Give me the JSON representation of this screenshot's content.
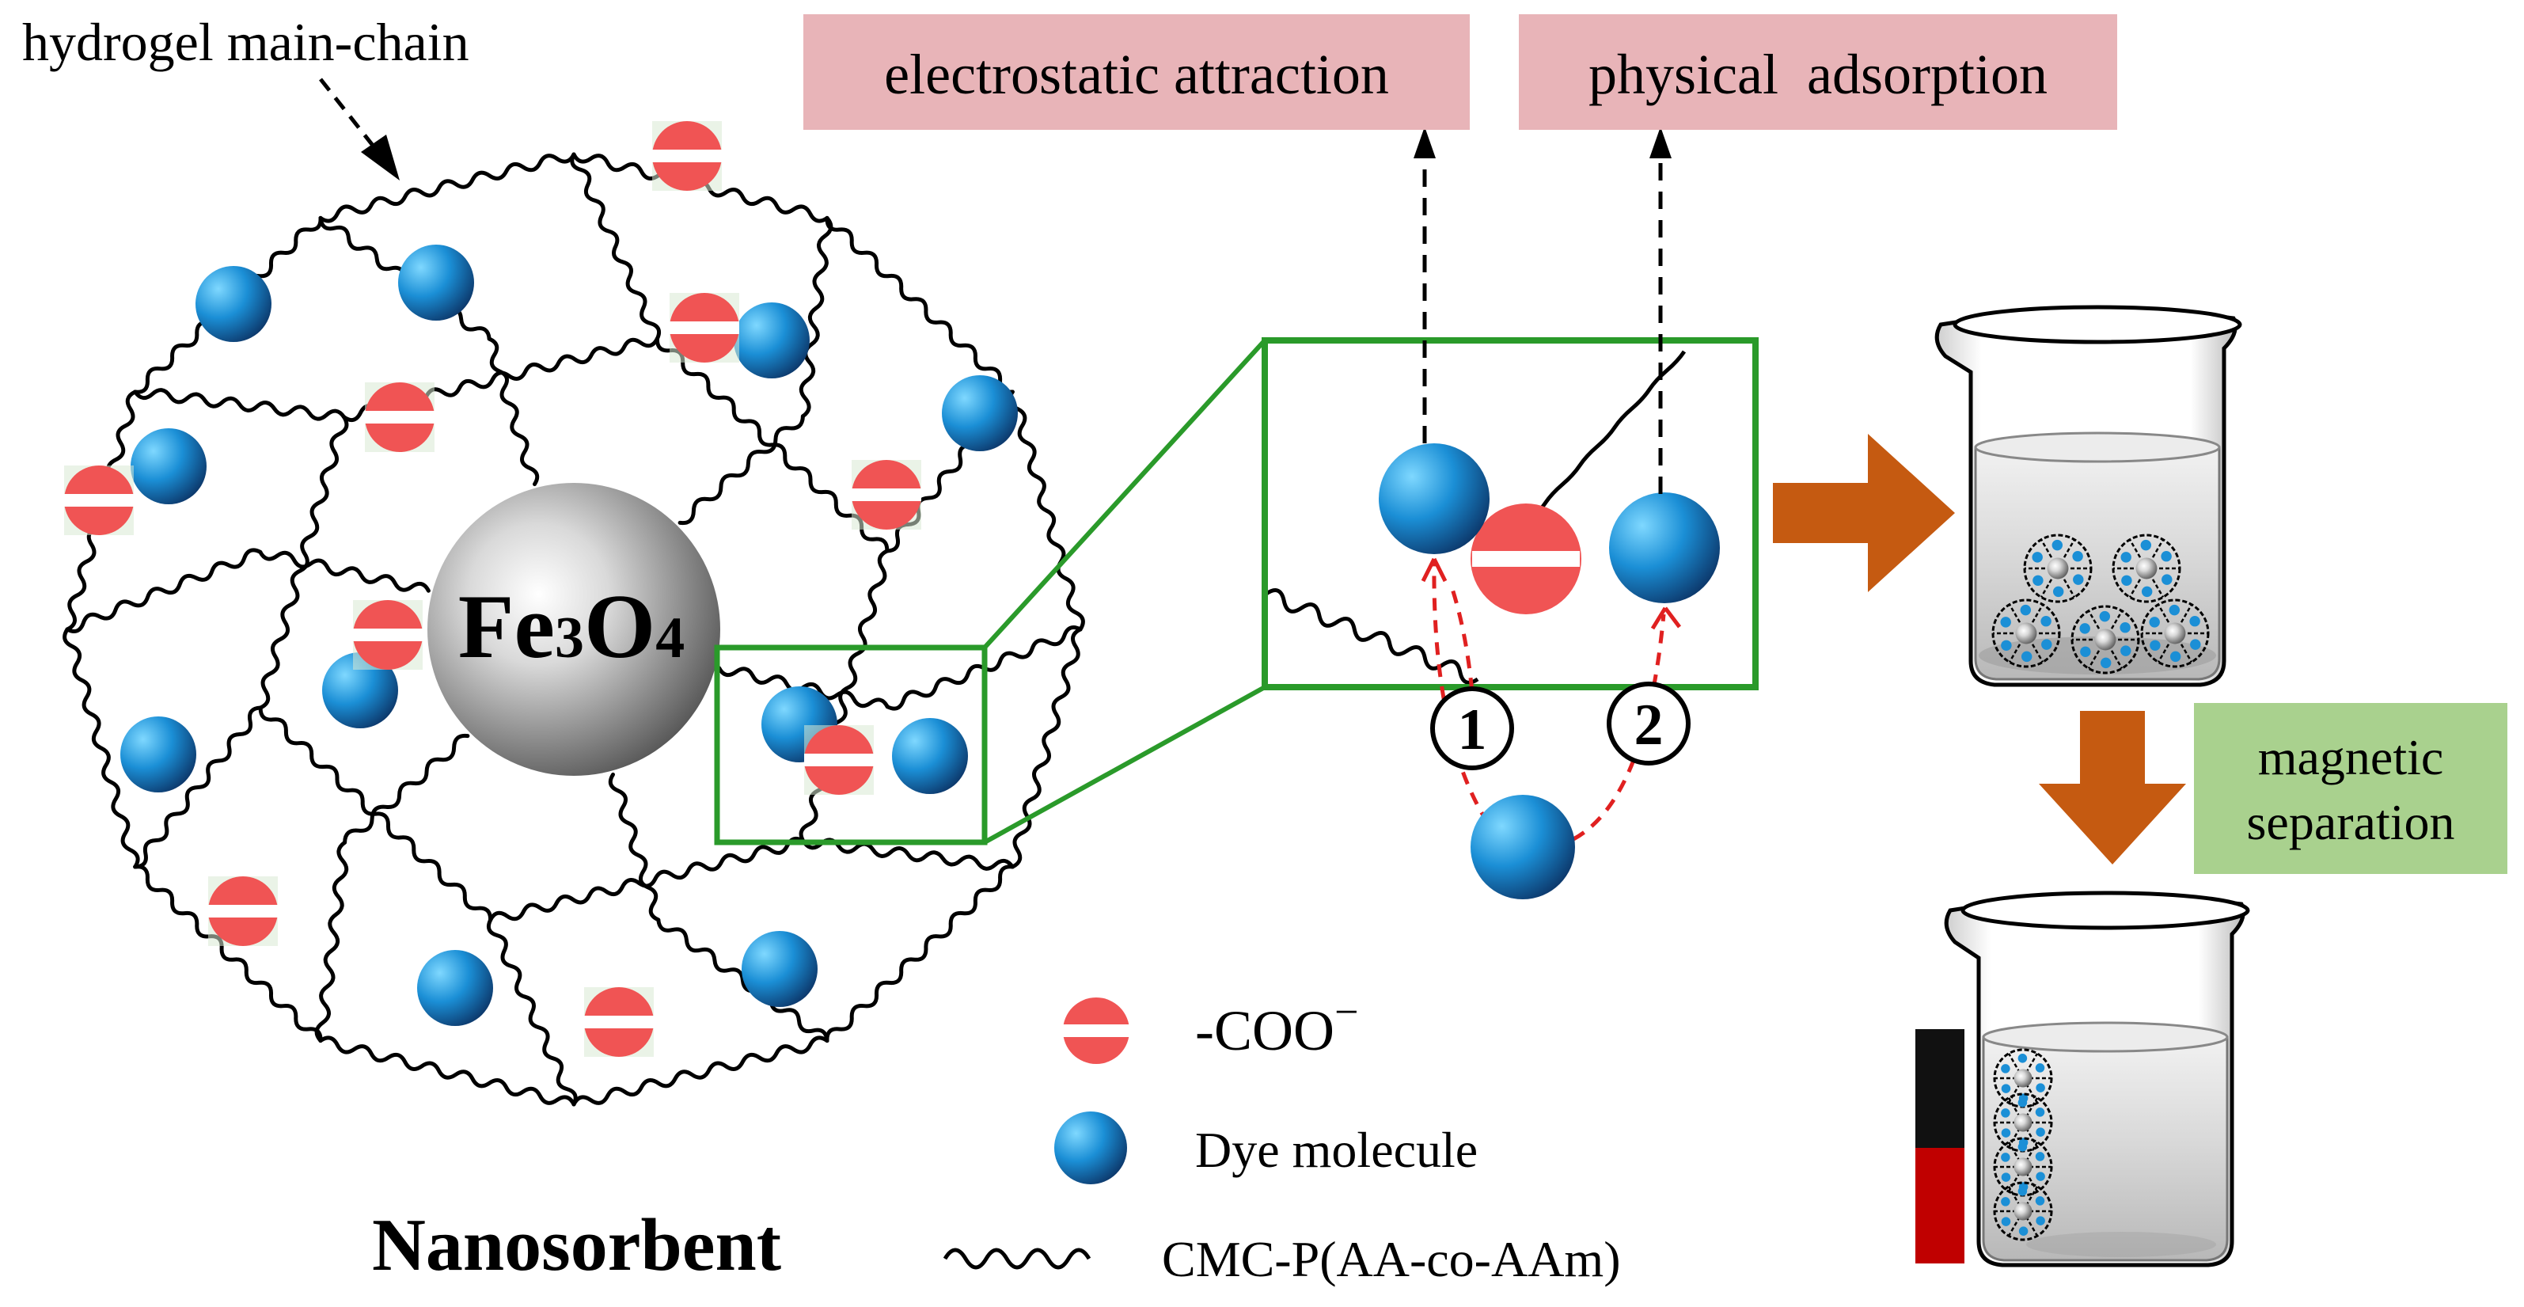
{
  "labels": {
    "main_chain": "hydrogel main-chain",
    "core": "Fe",
    "core_sub": "3",
    "core_o": "O",
    "core_o_sub": "4",
    "nanosorbent": "Nanosorbent",
    "electrostatic": "electrostatic attraction",
    "physical": "physical  adsorption",
    "step1": "1",
    "step2": "2",
    "magnetic_line1": "magnetic",
    "magnetic_line2": "separation"
  },
  "legend": {
    "coo": "-COO",
    "coo_charge": "−",
    "dye": "Dye molecule",
    "polymer": "CMC-P(AA-co-AAm)"
  },
  "colors": {
    "label_box": "#e8b4b8",
    "magnetic_box": "#a9d18e",
    "green_frame": "#2a9a2a",
    "arrow_orange": "#c55a11",
    "neg_red": "#f05454",
    "dye_blue": "#1b8fd6",
    "dashed_red": "#e02020",
    "magnet_black": "#111111",
    "magnet_red": "#c00000"
  }
}
